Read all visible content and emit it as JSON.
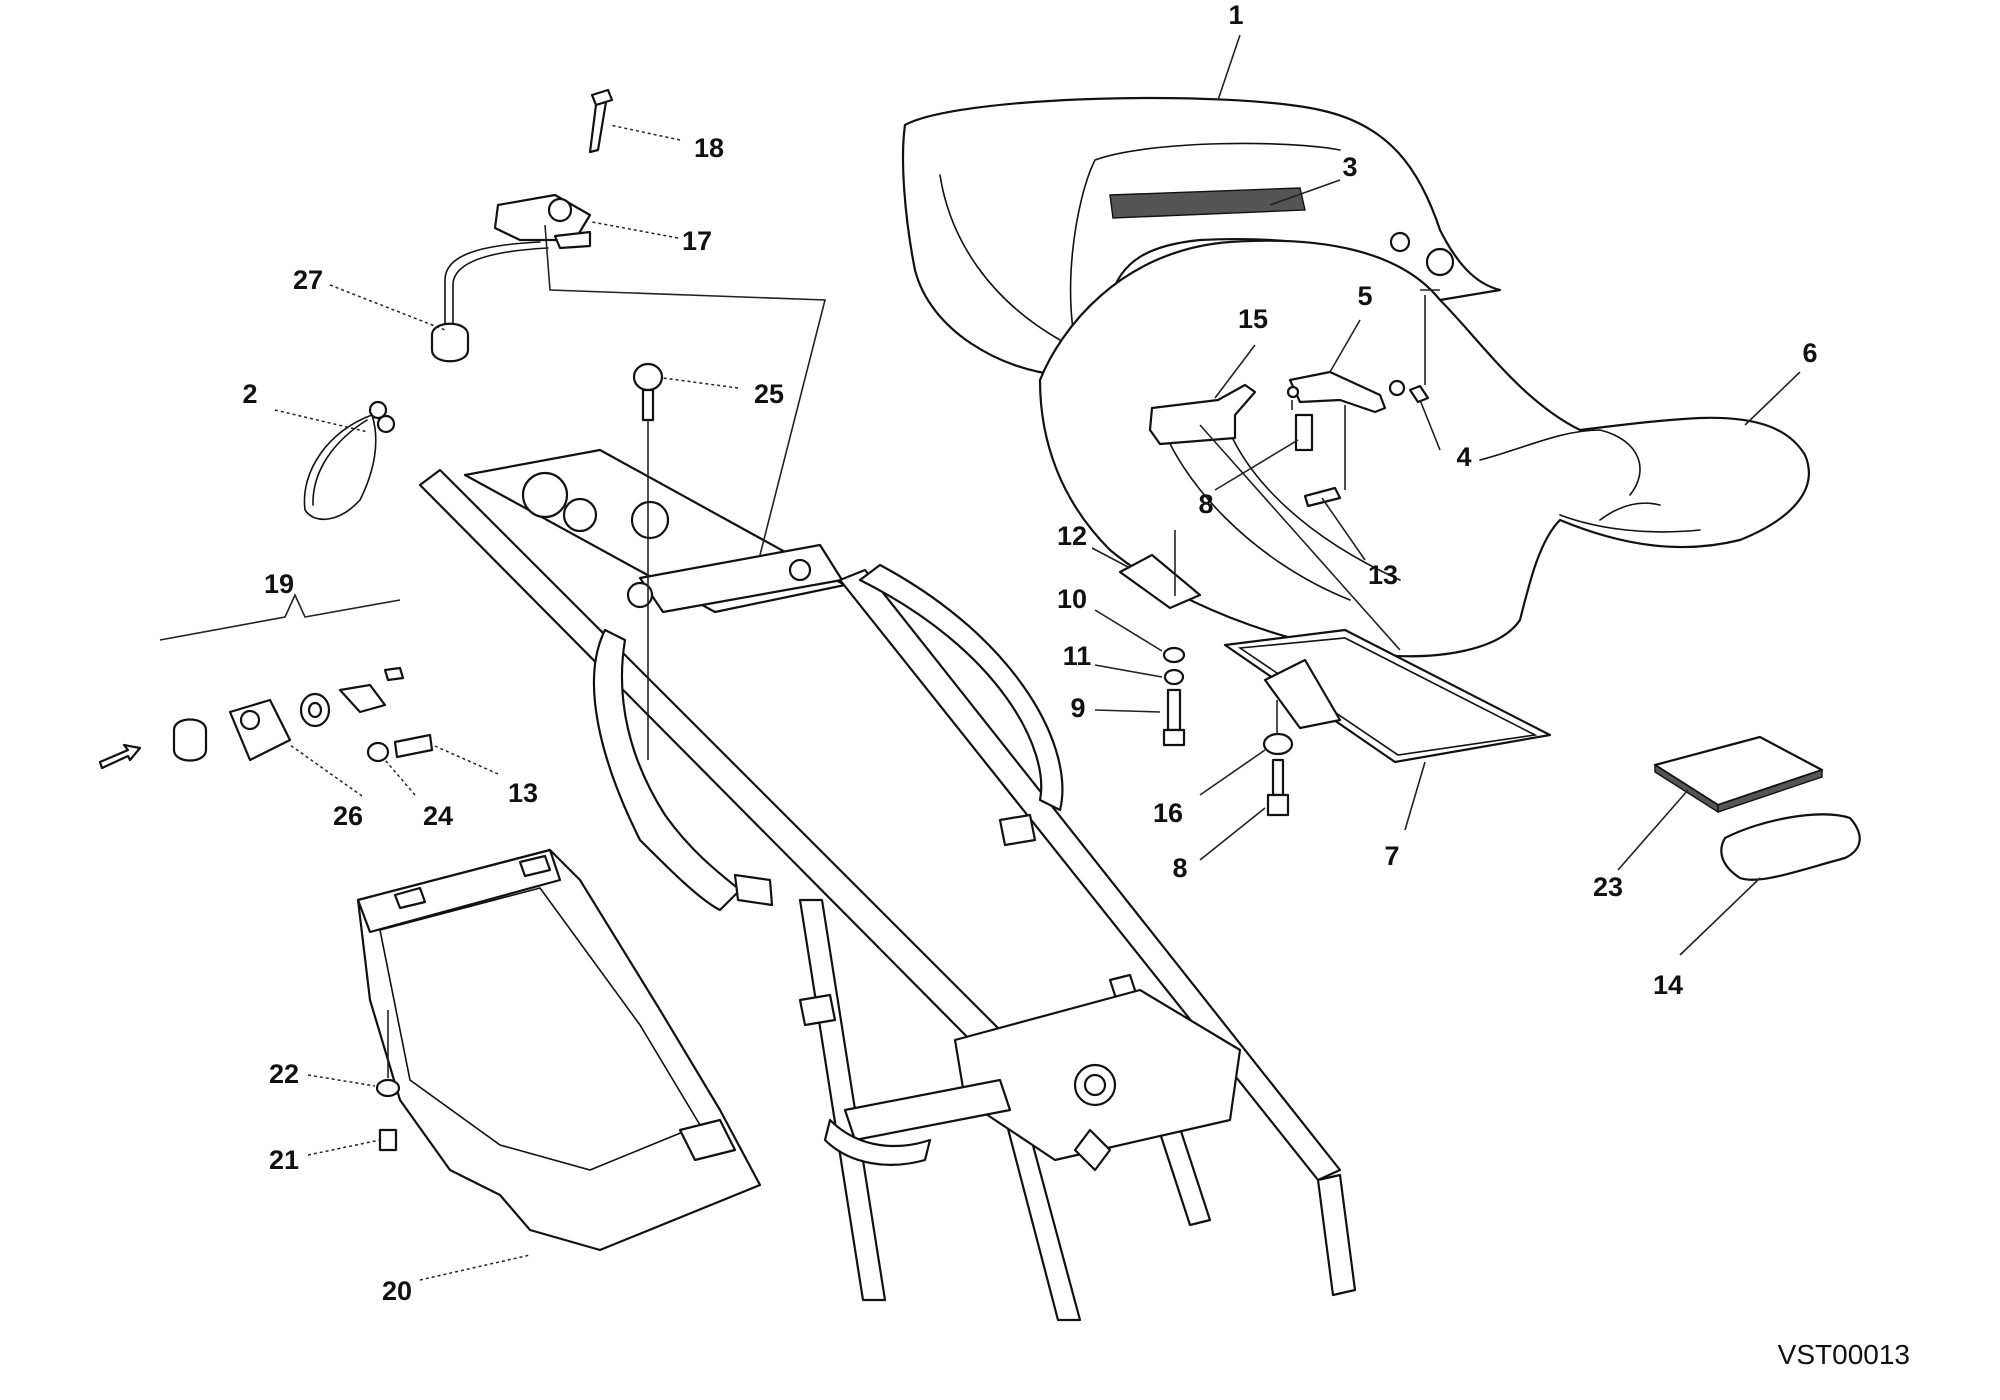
{
  "drawing": {
    "code": "VST00013",
    "callouts": [
      {
        "id": "c1",
        "text": "1"
      },
      {
        "id": "c3",
        "text": "3"
      },
      {
        "id": "c15",
        "text": "15"
      },
      {
        "id": "c5",
        "text": "5"
      },
      {
        "id": "c6",
        "text": "6"
      },
      {
        "id": "c4",
        "text": "4"
      },
      {
        "id": "c8a",
        "text": "8"
      },
      {
        "id": "c13a",
        "text": "13"
      },
      {
        "id": "c12",
        "text": "12"
      },
      {
        "id": "c10",
        "text": "10"
      },
      {
        "id": "c11",
        "text": "11"
      },
      {
        "id": "c9",
        "text": "9"
      },
      {
        "id": "c16",
        "text": "16"
      },
      {
        "id": "c8b",
        "text": "8"
      },
      {
        "id": "c7",
        "text": "7"
      },
      {
        "id": "c23",
        "text": "23"
      },
      {
        "id": "c14",
        "text": "14"
      },
      {
        "id": "c18",
        "text": "18"
      },
      {
        "id": "c17",
        "text": "17"
      },
      {
        "id": "c27",
        "text": "27"
      },
      {
        "id": "c25",
        "text": "25"
      },
      {
        "id": "c2",
        "text": "2"
      },
      {
        "id": "c19",
        "text": "19"
      },
      {
        "id": "c13b",
        "text": "13"
      },
      {
        "id": "c26",
        "text": "26"
      },
      {
        "id": "c24",
        "text": "24"
      },
      {
        "id": "c22",
        "text": "22"
      },
      {
        "id": "c21",
        "text": "21"
      },
      {
        "id": "c20",
        "text": "20"
      }
    ]
  }
}
